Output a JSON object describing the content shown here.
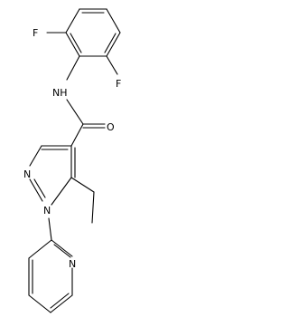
{
  "molecule": {
    "atoms": {
      "f_top": "F",
      "f_right": "F",
      "nh": "NH",
      "o": "O",
      "n_pyrazole_2": "N",
      "n_pyrazole_1": "N",
      "n_pyridine": "N"
    }
  },
  "colors": {
    "bond": "#000000",
    "text": "#000000",
    "background": "#ffffff"
  }
}
